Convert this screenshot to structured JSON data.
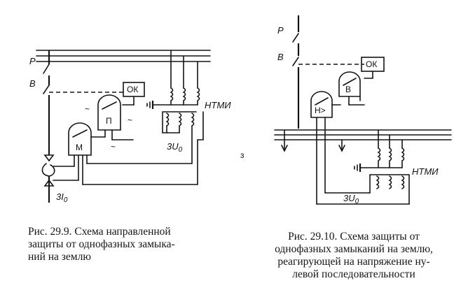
{
  "figures": [
    {
      "labels": {
        "switch_p": "P",
        "switch_b": "B",
        "relay_ok": "ОК",
        "relay_p": "П",
        "relay_m": "М",
        "voltage": "3U",
        "voltage_sub": "0",
        "current": "3I",
        "current_sub": "0",
        "transformer": "НТМИ"
      },
      "caption_lines": [
        "Рис. 29.9. Схема направленной",
        "защиты от однофазных замыка-",
        "ний на землю"
      ]
    },
    {
      "labels": {
        "switch_p": "P",
        "switch_b": "B",
        "relay_ok": "ОК",
        "relay_b": "В",
        "relay_h": "H>",
        "voltage": "3U",
        "voltage_sub": "0",
        "transformer": "НТМИ"
      },
      "caption_lines": [
        "Рис. 29.10. Схема защиты от",
        "однофазных замыканий на землю,",
        "реагирующей на напряжение ну-",
        "левой последовательности"
      ]
    }
  ]
}
